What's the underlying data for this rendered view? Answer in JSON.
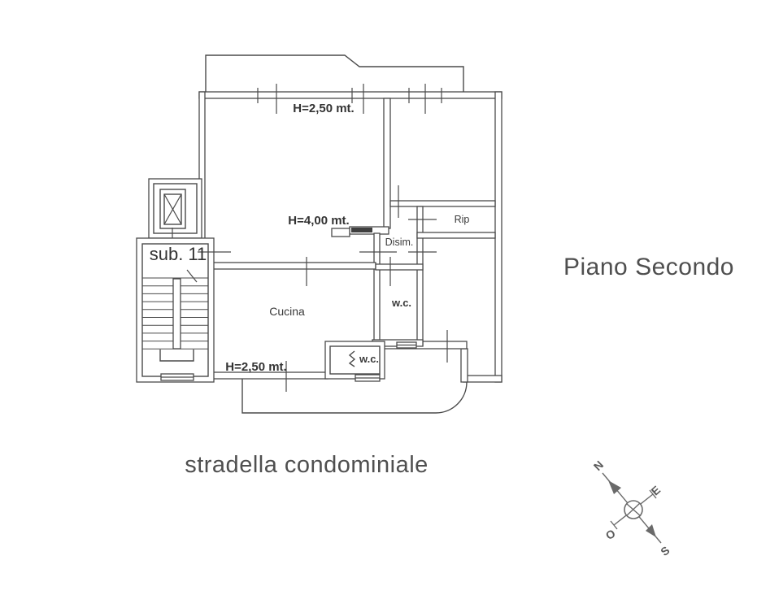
{
  "page": {
    "title": "Piano Secondo",
    "street_label": "stradella condominiale"
  },
  "plan": {
    "unit_label": "sub. 11",
    "rooms": {
      "kitchen": "Cucina",
      "hallway": "Disim.",
      "storage": "Rip",
      "wc_upper": "w.c.",
      "wc_lower": "w.c."
    },
    "heights": {
      "top": "H=2,50 mt.",
      "middle": "H=4,00 mt.",
      "bottom": "H=2,50 mt."
    }
  },
  "compass": {
    "n": "N",
    "e": "E",
    "o": "O",
    "s": "S"
  },
  "colors": {
    "line": "#4a4a4a",
    "text": "#3a3a3a",
    "title_gray": "#4f4f4f",
    "background": "#ffffff"
  }
}
